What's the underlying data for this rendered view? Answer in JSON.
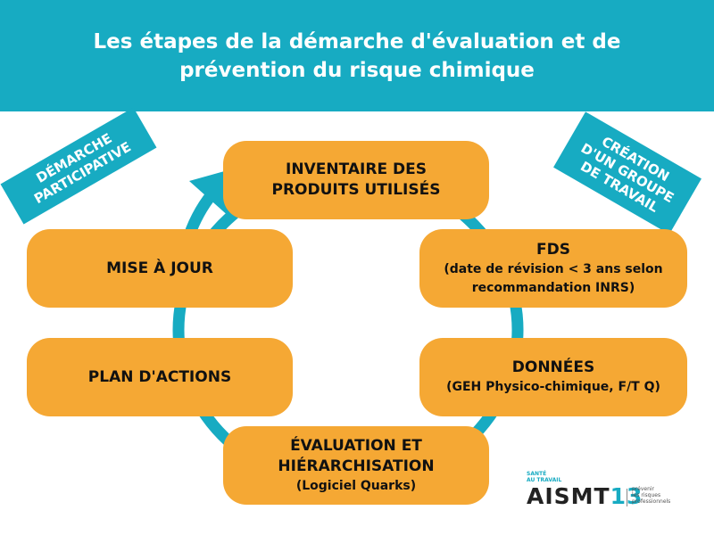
{
  "header": {
    "title_line1": "Les étapes de la démarche d'évaluation et de",
    "title_line2": "prévention du risque chimique"
  },
  "tags": {
    "left": {
      "line1": "DÉMARCHE",
      "line2": "PARTICIPATIVE"
    },
    "right": {
      "line1": "CRÉATION",
      "line2": "D'UN GROUPE",
      "line3": "DE TRAVAIL"
    }
  },
  "steps": {
    "inventaire": {
      "line1": "INVENTAIRE DES",
      "line2": "PRODUITS UTILISÉS"
    },
    "fds": {
      "title": "FDS",
      "sub1": "(date de révision < 3 ans selon",
      "sub2": "recommandation INRS)"
    },
    "donnees": {
      "title": "DONNÉES",
      "sub": "(GEH Physico-chimique, F/T Q)"
    },
    "evaluation": {
      "line1": "ÉVALUATION ET",
      "line2": "HIÉRARCHISATION",
      "sub": "(Logiciel Quarks)"
    },
    "plan": {
      "title": "PLAN D'ACTIONS"
    },
    "miseajour": {
      "title": "MISE À JOUR"
    }
  },
  "logo": {
    "small_line1": "SANTÉ",
    "small_line2": "AU TRAVAIL",
    "name_letters": "AISMT",
    "name_number": "13",
    "tagline1": "prévenir",
    "tagline2": "les risques",
    "tagline3": "professionnels"
  },
  "colors": {
    "teal": "#17abc2",
    "orange": "#f5a834",
    "text": "#111111"
  },
  "icons": [
    "cycle-arrow-icon"
  ]
}
